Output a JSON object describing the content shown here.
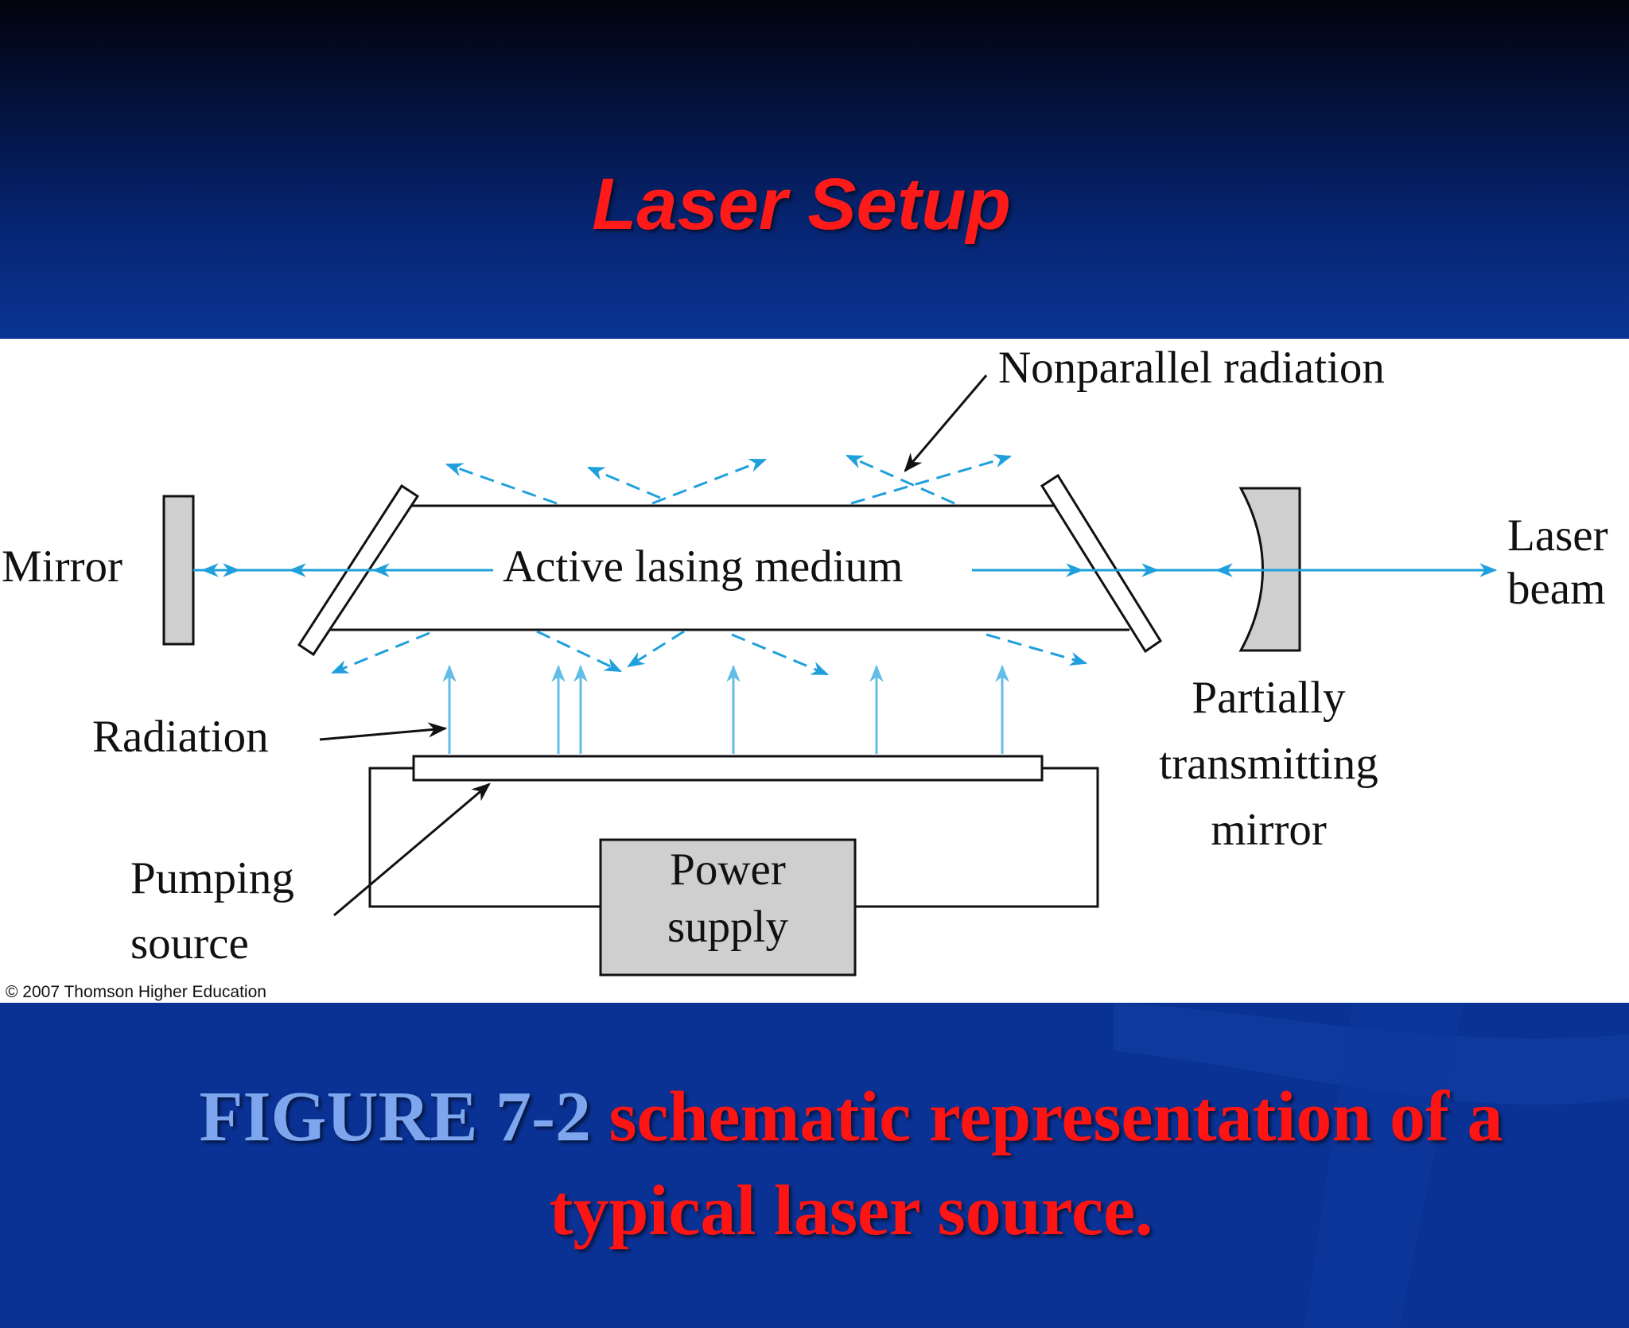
{
  "slide": {
    "title": "Laser Setup"
  },
  "diagram": {
    "labels": {
      "nonparallel_radiation": "Nonparallel radiation",
      "mirror": "Mirror",
      "active_lasing_medium": "Active lasing medium",
      "laser_beam_line1": "Laser",
      "laser_beam_line2": "beam",
      "radiation": "Radiation",
      "partially_line1": "Partially",
      "partially_line2": "transmitting",
      "partially_line3": "mirror",
      "pumping_line1": "Pumping",
      "pumping_line2": "source",
      "power_line1": "Power",
      "power_line2": "supply"
    },
    "copyright": "© 2007 Thomson Higher Education",
    "colors": {
      "beam": "#1fa0dc",
      "pump_arrow": "#64bde6",
      "mirror_fill": "#cfcfcf",
      "line": "#111111"
    }
  },
  "caption": {
    "figure_number": "FIGURE 7-2",
    "text": "schematic representation of a typical laser source."
  },
  "colors": {
    "title": "#ff1a1a",
    "caption_number": "#7ea6ee",
    "caption_text": "#ff1414",
    "background_blue": "#0a3294"
  }
}
